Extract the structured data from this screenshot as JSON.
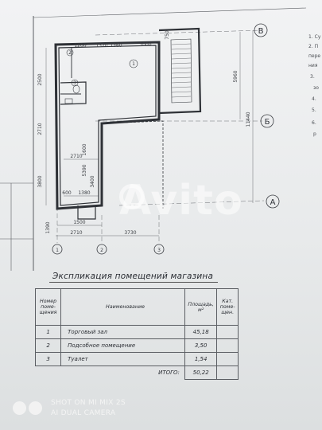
{
  "plan": {
    "axes": {
      "b": "B",
      "bcyr": "Б",
      "a": "A",
      "n1": "1",
      "n2": "2",
      "n3": "3"
    },
    "room_marks": {
      "r1": "1",
      "r2": "2",
      "r3": "3"
    },
    "dims": {
      "d5960": "5960",
      "d11440": "11440",
      "d1360": "1360",
      "d1000": "1000",
      "d2500": "2500",
      "d2710v": "2710",
      "d2710h": "2710",
      "d3800": "3800",
      "d5390": "5390",
      "d3400": "3400",
      "d2710b": "2710",
      "d3730": "3730",
      "d1600": "1600",
      "d1390": "1390",
      "d600": "600",
      "d1380": "1380",
      "d1500": "1500",
      "d1320": "1320",
      "d1200": "1200",
      "d750": "750"
    }
  },
  "notes": {
    "n1": "1. Су",
    "n2": "2. П",
    "n3": "пере",
    "n4": "ния",
    "n5": "3. ",
    "n6": "зо",
    "n7": "4.",
    "n8": "5.",
    "n9": "6.",
    "n10": "р"
  },
  "explication": {
    "title": "Экспликация помещений магазина",
    "headers": {
      "num": "Номер поме-щения",
      "name": "Наименование",
      "area": "Площадь, м²",
      "cat": "Кат. поме-щен."
    },
    "rows": [
      {
        "num": "1",
        "name": "Торговый зал",
        "area": "45,18"
      },
      {
        "num": "2",
        "name": "Подсобное помещение",
        "area": "3,50"
      },
      {
        "num": "3",
        "name": "Туалет",
        "area": "1,54"
      }
    ],
    "total_label": "ИТОГО:",
    "total_value": "50,22"
  },
  "watermark": "Avito",
  "camera": {
    "line1": "SHOT ON MI MIX 2S",
    "line2": "AI DUAL CAMERA"
  }
}
